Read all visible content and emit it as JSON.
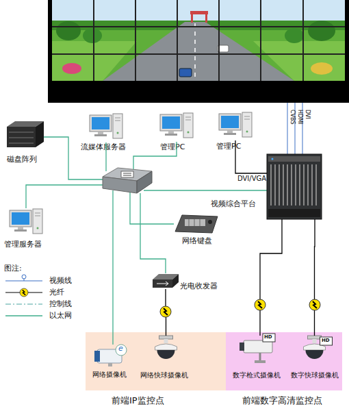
{
  "diagram": {
    "nodes": [
      {
        "text": [
          "磁盘阵列"
        ]
      },
      {
        "text": [
          "流媒体服务器"
        ]
      },
      {
        "text": [
          "管理PC"
        ]
      },
      {
        "text": [
          "管理PC"
        ]
      },
      {
        "text": [
          "视频综合平台"
        ]
      },
      {
        "text": [
          "管理服务器"
        ]
      },
      {
        "text": [
          "网络键盘"
        ]
      },
      {
        "text": [
          "光电收发器"
        ]
      },
      {
        "text": [
          "前端IP监控点"
        ]
      },
      {
        "text": [
          "网络摄像机"
        ],
        "in": 8
      },
      {
        "text": [
          "网络快球摄像机"
        ],
        "in": 8
      },
      {
        "text": [
          "前端数字高清监控点"
        ]
      },
      {
        "text": [
          "数字枪式摄像机"
        ],
        "in": 11
      },
      {
        "text": [
          "数字快球摄像机"
        ],
        "in": 11
      }
    ],
    "edges": [
      {
        "from": 3,
        "to": 4,
        "label": "DVI/VGA",
        "arrow": "none"
      },
      {
        "from": 7,
        "to": 10,
        "arrow": "none"
      },
      {
        "from": 4,
        "to": 12,
        "arrow": "none"
      },
      {
        "from": 4,
        "to": 13,
        "arrow": "none"
      }
    ],
    "labels": [
      "CVBS",
      "HDMI",
      "DVI",
      "图注:",
      "e",
      "HD",
      "HD"
    ],
    "legend": [
      {
        "text": "视频线"
      },
      {
        "text": "光纤"
      },
      {
        "text": "控制线"
      },
      {
        "text": "以太网"
      }
    ]
  }
}
